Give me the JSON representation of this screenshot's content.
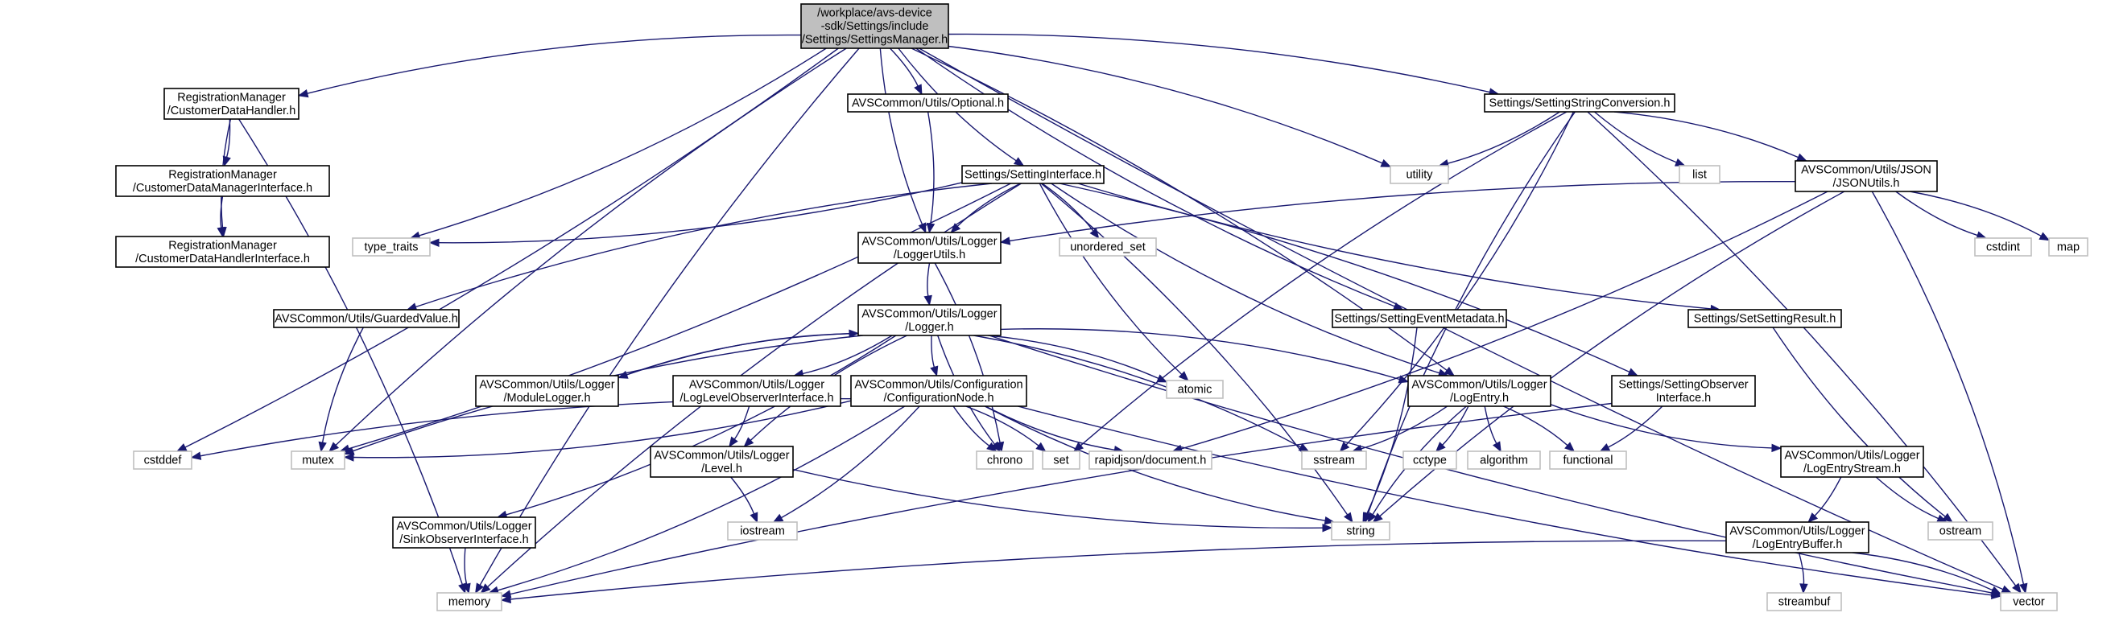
{
  "colors": {
    "edge": "#191970",
    "node_border": "#000000",
    "node_fill": "#ffffff",
    "root_fill": "#bfbfbf",
    "system_border": "#bfbfbf",
    "text": "#000000"
  },
  "nodes": [
    {
      "id": "root",
      "lines": [
        "/workplace/avs-device",
        "-sdk/Settings/include",
        "/Settings/SettingsManager.h"
      ],
      "kind": "root"
    },
    {
      "id": "rm_cdh",
      "lines": [
        "RegistrationManager",
        "/CustomerDataHandler.h"
      ],
      "kind": "header"
    },
    {
      "id": "rm_cdmi",
      "lines": [
        "RegistrationManager",
        "/CustomerDataManagerInterface.h"
      ],
      "kind": "header"
    },
    {
      "id": "rm_cdhi",
      "lines": [
        "RegistrationManager",
        "/CustomerDataHandlerInterface.h"
      ],
      "kind": "header"
    },
    {
      "id": "optional",
      "lines": [
        "AVSCommon/Utils/Optional.h"
      ],
      "kind": "header"
    },
    {
      "id": "setting_iface",
      "lines": [
        "Settings/SettingInterface.h"
      ],
      "kind": "header"
    },
    {
      "id": "ssc",
      "lines": [
        "Settings/SettingStringConversion.h"
      ],
      "kind": "header"
    },
    {
      "id": "json_utils",
      "lines": [
        "AVSCommon/Utils/JSON",
        "/JSONUtils.h"
      ],
      "kind": "header"
    },
    {
      "id": "logger_utils",
      "lines": [
        "AVSCommon/Utils/Logger",
        "/LoggerUtils.h"
      ],
      "kind": "header"
    },
    {
      "id": "logger",
      "lines": [
        "AVSCommon/Utils/Logger",
        "/Logger.h"
      ],
      "kind": "header"
    },
    {
      "id": "guarded",
      "lines": [
        "AVSCommon/Utils/GuardedValue.h"
      ],
      "kind": "header"
    },
    {
      "id": "event_meta",
      "lines": [
        "Settings/SettingEventMetadata.h"
      ],
      "kind": "header"
    },
    {
      "id": "set_result",
      "lines": [
        "Settings/SetSettingResult.h"
      ],
      "kind": "header"
    },
    {
      "id": "module_logger",
      "lines": [
        "AVSCommon/Utils/Logger",
        "/ModuleLogger.h"
      ],
      "kind": "header"
    },
    {
      "id": "loglevel_obs",
      "lines": [
        "AVSCommon/Utils/Logger",
        "/LogLevelObserverInterface.h"
      ],
      "kind": "header"
    },
    {
      "id": "config_node",
      "lines": [
        "AVSCommon/Utils/Configuration",
        "/ConfigurationNode.h"
      ],
      "kind": "header"
    },
    {
      "id": "log_entry",
      "lines": [
        "AVSCommon/Utils/Logger",
        "/LogEntry.h"
      ],
      "kind": "header"
    },
    {
      "id": "setting_obs",
      "lines": [
        "Settings/SettingObserver",
        "Interface.h"
      ],
      "kind": "header"
    },
    {
      "id": "level",
      "lines": [
        "AVSCommon/Utils/Logger",
        "/Level.h"
      ],
      "kind": "header"
    },
    {
      "id": "log_entry_stream",
      "lines": [
        "AVSCommon/Utils/Logger",
        "/LogEntryStream.h"
      ],
      "kind": "header"
    },
    {
      "id": "sink_obs",
      "lines": [
        "AVSCommon/Utils/Logger",
        "/SinkObserverInterface.h"
      ],
      "kind": "header"
    },
    {
      "id": "log_entry_buffer",
      "lines": [
        "AVSCommon/Utils/Logger",
        "/LogEntryBuffer.h"
      ],
      "kind": "header"
    },
    {
      "id": "utility",
      "lines": [
        "utility"
      ],
      "kind": "system"
    },
    {
      "id": "list",
      "lines": [
        "list"
      ],
      "kind": "system"
    },
    {
      "id": "type_traits",
      "lines": [
        "type_traits"
      ],
      "kind": "system"
    },
    {
      "id": "unordered_set",
      "lines": [
        "unordered_set"
      ],
      "kind": "system"
    },
    {
      "id": "cstdint",
      "lines": [
        "cstdint"
      ],
      "kind": "system"
    },
    {
      "id": "map",
      "lines": [
        "map"
      ],
      "kind": "system"
    },
    {
      "id": "atomic",
      "lines": [
        "atomic"
      ],
      "kind": "system"
    },
    {
      "id": "cstddef",
      "lines": [
        "cstddef"
      ],
      "kind": "system"
    },
    {
      "id": "mutex",
      "lines": [
        "mutex"
      ],
      "kind": "system"
    },
    {
      "id": "chrono",
      "lines": [
        "chrono"
      ],
      "kind": "system"
    },
    {
      "id": "set",
      "lines": [
        "set"
      ],
      "kind": "system"
    },
    {
      "id": "rapidjson",
      "lines": [
        "rapidjson/document.h"
      ],
      "kind": "system"
    },
    {
      "id": "sstream",
      "lines": [
        "sstream"
      ],
      "kind": "system"
    },
    {
      "id": "cctype",
      "lines": [
        "cctype"
      ],
      "kind": "system"
    },
    {
      "id": "algorithm",
      "lines": [
        "algorithm"
      ],
      "kind": "system"
    },
    {
      "id": "functional",
      "lines": [
        "functional"
      ],
      "kind": "system"
    },
    {
      "id": "iostream",
      "lines": [
        "iostream"
      ],
      "kind": "system"
    },
    {
      "id": "string",
      "lines": [
        "string"
      ],
      "kind": "system"
    },
    {
      "id": "ostream",
      "lines": [
        "ostream"
      ],
      "kind": "system"
    },
    {
      "id": "streambuf",
      "lines": [
        "streambuf"
      ],
      "kind": "system"
    },
    {
      "id": "memory",
      "lines": [
        "memory"
      ],
      "kind": "system"
    },
    {
      "id": "vector",
      "lines": [
        "vector"
      ],
      "kind": "system"
    }
  ],
  "edges": [
    [
      "root",
      "rm_cdh"
    ],
    [
      "root",
      "optional"
    ],
    [
      "root",
      "setting_iface"
    ],
    [
      "root",
      "ssc"
    ],
    [
      "root",
      "logger_utils"
    ],
    [
      "root",
      "type_traits"
    ],
    [
      "root",
      "mutex"
    ],
    [
      "root",
      "cstddef"
    ],
    [
      "root",
      "memory"
    ],
    [
      "root",
      "utility"
    ],
    [
      "root",
      "event_meta"
    ],
    [
      "root",
      "log_entry"
    ],
    [
      "root",
      "vector"
    ],
    [
      "rm_cdh",
      "rm_cdmi"
    ],
    [
      "rm_cdh",
      "rm_cdhi"
    ],
    [
      "rm_cdh",
      "memory"
    ],
    [
      "rm_cdmi",
      "rm_cdhi"
    ],
    [
      "optional",
      "logger_utils"
    ],
    [
      "setting_iface",
      "logger_utils"
    ],
    [
      "setting_iface",
      "type_traits"
    ],
    [
      "setting_iface",
      "guarded"
    ],
    [
      "setting_iface",
      "mutex"
    ],
    [
      "setting_iface",
      "memory"
    ],
    [
      "setting_iface",
      "unordered_set"
    ],
    [
      "setting_iface",
      "atomic"
    ],
    [
      "setting_iface",
      "string"
    ],
    [
      "setting_iface",
      "log_entry"
    ],
    [
      "setting_iface",
      "setting_obs"
    ],
    [
      "setting_iface",
      "set_result"
    ],
    [
      "ssc",
      "utility"
    ],
    [
      "ssc",
      "list"
    ],
    [
      "ssc",
      "json_utils"
    ],
    [
      "ssc",
      "set"
    ],
    [
      "ssc",
      "sstream"
    ],
    [
      "ssc",
      "string"
    ],
    [
      "ssc",
      "vector"
    ],
    [
      "json_utils",
      "logger_utils"
    ],
    [
      "json_utils",
      "rapidjson"
    ],
    [
      "json_utils",
      "cstdint"
    ],
    [
      "json_utils",
      "map"
    ],
    [
      "json_utils",
      "string"
    ],
    [
      "json_utils",
      "vector"
    ],
    [
      "logger_utils",
      "logger"
    ],
    [
      "logger_utils",
      "chrono"
    ],
    [
      "logger",
      "module_logger"
    ],
    [
      "logger",
      "loglevel_obs"
    ],
    [
      "logger",
      "config_node"
    ],
    [
      "logger",
      "log_entry"
    ],
    [
      "logger",
      "level"
    ],
    [
      "logger",
      "sink_obs"
    ],
    [
      "logger",
      "mutex"
    ],
    [
      "logger",
      "atomic"
    ],
    [
      "logger",
      "chrono"
    ],
    [
      "logger",
      "sstream"
    ],
    [
      "logger",
      "vector"
    ],
    [
      "module_logger",
      "logger"
    ],
    [
      "guarded",
      "mutex"
    ],
    [
      "event_meta",
      "string"
    ],
    [
      "set_result",
      "ostream"
    ],
    [
      "loglevel_obs",
      "level"
    ],
    [
      "config_node",
      "cstddef"
    ],
    [
      "config_node",
      "mutex"
    ],
    [
      "config_node",
      "chrono"
    ],
    [
      "config_node",
      "set"
    ],
    [
      "config_node",
      "rapidjson"
    ],
    [
      "config_node",
      "iostream"
    ],
    [
      "config_node",
      "string"
    ],
    [
      "config_node",
      "memory"
    ],
    [
      "config_node",
      "vector"
    ],
    [
      "log_entry",
      "sstream"
    ],
    [
      "log_entry",
      "string"
    ],
    [
      "log_entry",
      "cctype"
    ],
    [
      "log_entry",
      "algorithm"
    ],
    [
      "log_entry",
      "functional"
    ],
    [
      "log_entry",
      "log_entry_stream"
    ],
    [
      "setting_obs",
      "functional"
    ],
    [
      "setting_obs",
      "memory"
    ],
    [
      "level",
      "iostream"
    ],
    [
      "level",
      "string"
    ],
    [
      "log_entry_stream",
      "log_entry_buffer"
    ],
    [
      "log_entry_stream",
      "ostream"
    ],
    [
      "log_entry_buffer",
      "streambuf"
    ],
    [
      "log_entry_buffer",
      "memory"
    ],
    [
      "log_entry_buffer",
      "vector"
    ],
    [
      "sink_obs",
      "memory"
    ]
  ]
}
